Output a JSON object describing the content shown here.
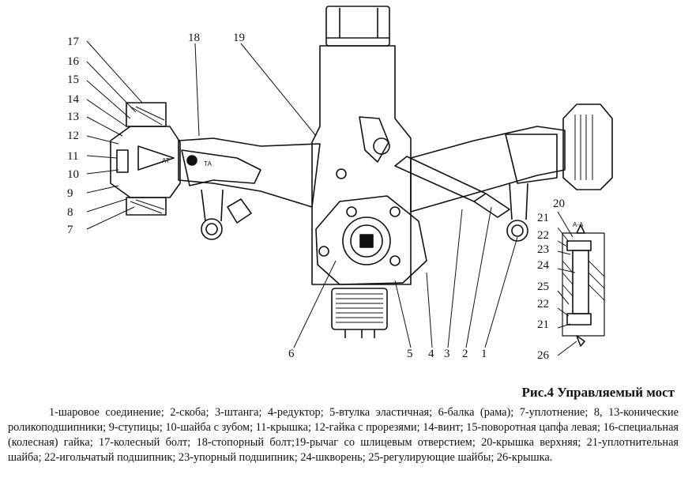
{
  "figure": {
    "labels_left": [
      "17",
      "16",
      "15",
      "14",
      "13",
      "12",
      "11",
      "10",
      "9",
      "8",
      "7"
    ],
    "labels_top": [
      "18",
      "19"
    ],
    "labels_right": [
      "20",
      "21",
      "22",
      "23",
      "24",
      "25",
      "22",
      "21",
      "26"
    ],
    "labels_bottom": [
      "6",
      "5",
      "4",
      "3",
      "2",
      "1"
    ],
    "section_label": "А-А",
    "mark_at1": "АТ",
    "mark_at2": "ТА"
  },
  "caption": {
    "title": "Рис.4 Управляемый мост",
    "legend": "1-шаровое соединение; 2-скоба; 3-штанга; 4-редуктор; 5-втулка эластичная; 6-балка (рама); 7-уплотнение; 8, 13-конические роликоподшипники; 9-ступицы; 10-шайба с зубом; 11-крышка; 12-гайка с прорезями; 14-винт; 15-поворотная цапфа левая; 16-специальная (колесная) гайка; 17-колесный болт; 18-стопорный болт;19-рычаг со шлицевым отверстием; 20-крышка верхняя; 21-уплотнительная шайба; 22-игольчатый подшипник; 23-упорный подшипник; 24-шкворень; 25-регулирующие шайбы; 26-крышка."
  }
}
